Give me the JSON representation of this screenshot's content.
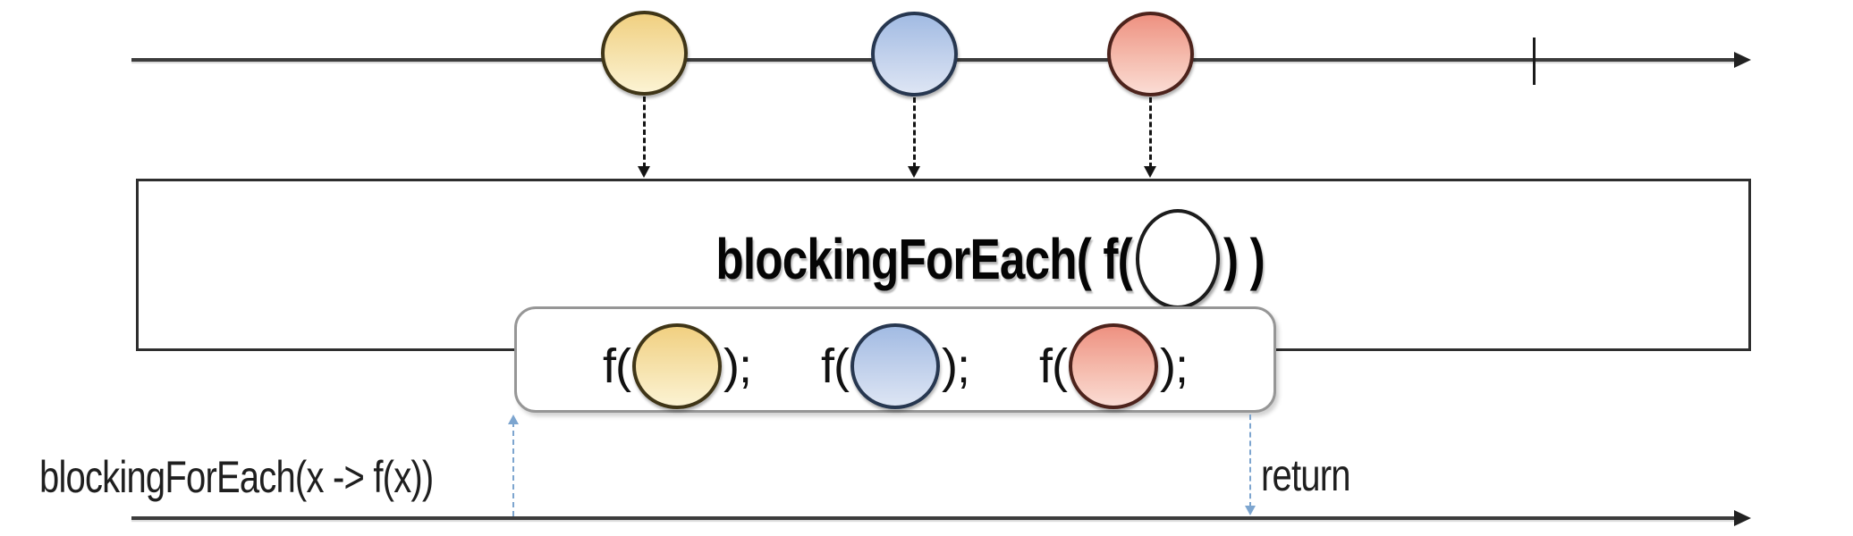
{
  "operator_box": {
    "label_prefix": "blockingForEach( f(",
    "label_suffix": ") )"
  },
  "inner_box": {
    "calls": [
      {
        "marble": "yellow",
        "prefix": "f(",
        "suffix": ");"
      },
      {
        "marble": "blue",
        "prefix": "f(",
        "suffix": ");"
      },
      {
        "marble": "red",
        "prefix": "f(",
        "suffix": ");"
      }
    ]
  },
  "labels": {
    "caller": "blockingForEach(x -> f(x))",
    "return": "return"
  },
  "marble_colors": {
    "yellow": {
      "top": "#f1d081",
      "bottom": "#fcf3d3",
      "border": "#3f3517"
    },
    "blue": {
      "top": "#a2bbe3",
      "bottom": "#dde5f4",
      "border": "#273750"
    },
    "red": {
      "top": "#ee9181",
      "bottom": "#fbdcd4",
      "border": "#4d231c"
    },
    "white": {
      "fill": "#ffffff",
      "border": "#1c1c1c"
    }
  },
  "accent_colors": {
    "timeline": "#3c3c3c",
    "emission_arrow": "#141414",
    "blue_arrow": "#7da5cf",
    "operator_box_border": "#2e2e2e",
    "calls_box_border": "#969696"
  }
}
